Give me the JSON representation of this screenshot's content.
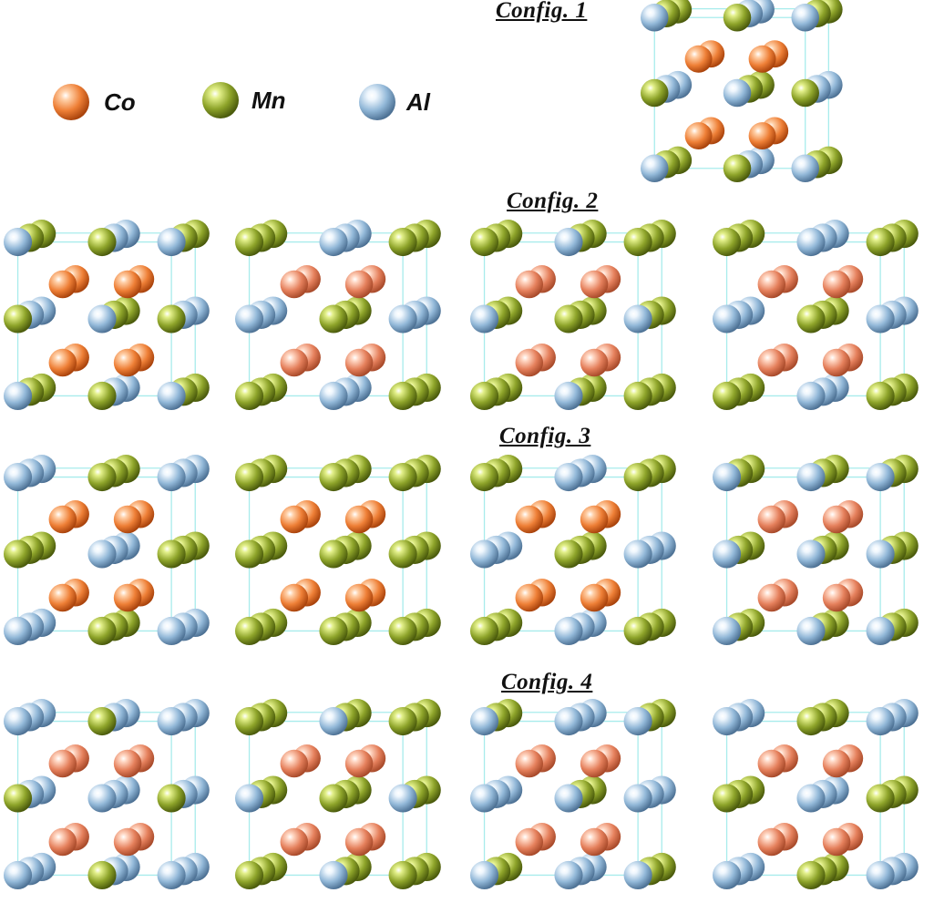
{
  "titles": {
    "config1": "Config. 1",
    "config2": "Config. 2",
    "config3": "Config. 3",
    "config4": "Config. 4"
  },
  "legend": [
    {
      "element": "Co",
      "label": "Co",
      "color": "#ea7a36"
    },
    {
      "element": "Mn",
      "label": "Mn",
      "color": "#8a9e2e"
    },
    {
      "element": "Al",
      "label": "Al",
      "color": "#8fb6d6"
    }
  ],
  "atom_colors": {
    "Co": {
      "light": "#ffd0a8",
      "mid": "#ee7f36",
      "dark": "#a9430c"
    },
    "Co2": {
      "light": "#ffd6c2",
      "mid": "#e5805c",
      "dark": "#a84a2a"
    },
    "Mn": {
      "light": "#e3f08a",
      "mid": "#8ea42a",
      "dark": "#4a5a0c"
    },
    "Al": {
      "light": "#eef6fd",
      "mid": "#92b8d8",
      "dark": "#4d7194"
    },
    "cell_line": "#a8ecec"
  },
  "configurations": {
    "config1": [
      {
        "front_corner": "Al",
        "back_corner": "Mn",
        "front_face": "Mn",
        "back_face": "Al",
        "interior": "Co"
      }
    ],
    "config2": [
      {
        "front_corner": "Al",
        "back_corner": "Mn",
        "front_face": "Mn",
        "back_face": "Al",
        "interior": "Co"
      },
      {
        "front_corner": "Mn",
        "back_corner": "Mn",
        "front_face": "Al",
        "back_face": "Al",
        "interior": "Co2"
      },
      {
        "front_corner": "Mn",
        "back_corner": "Mn",
        "front_face": "Al",
        "back_face": "Mn",
        "interior": "Co2"
      },
      {
        "front_corner": "Mn",
        "back_corner": "Mn",
        "front_face": "Al",
        "back_face": "Al",
        "interior": "Co2"
      }
    ],
    "config3": [
      {
        "front_corner": "Al",
        "back_corner": "Al",
        "front_face": "Mn",
        "back_face": "Mn",
        "interior": "Co"
      },
      {
        "front_corner": "Mn",
        "back_corner": "Mn",
        "front_face": "Mn",
        "back_face": "Mn",
        "interior": "Co"
      },
      {
        "front_corner": "Mn",
        "back_corner": "Mn",
        "front_face": "Al",
        "back_face": "Al",
        "interior": "Co"
      },
      {
        "front_corner": "Al",
        "back_corner": "Mn",
        "front_face": "Al",
        "back_face": "Mn",
        "interior": "Co2"
      }
    ],
    "config4": [
      {
        "front_corner": "Al",
        "back_corner": "Al",
        "front_face": "Mn",
        "back_face": "Al",
        "interior": "Co2"
      },
      {
        "front_corner": "Mn",
        "back_corner": "Mn",
        "front_face": "Al",
        "back_face": "Mn",
        "interior": "Co2"
      },
      {
        "front_corner": "Al",
        "back_corner": "Mn",
        "front_face": "Al",
        "back_face": "Al",
        "interior": "Co2"
      },
      {
        "front_corner": "Al",
        "back_corner": "Al",
        "front_face": "Mn",
        "back_face": "Mn",
        "interior": "Co2"
      }
    ]
  }
}
